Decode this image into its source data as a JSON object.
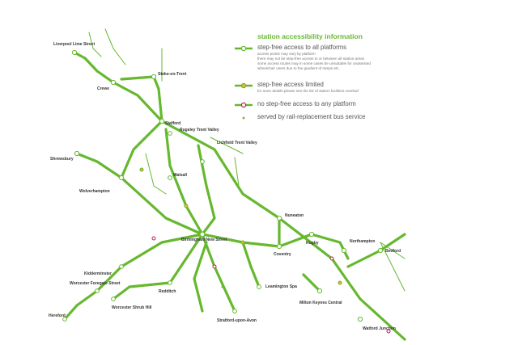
{
  "colors": {
    "line": "#66b82e",
    "limited": "#f2b134",
    "none": "#c2185b",
    "text": "#333333"
  },
  "legend": {
    "title": "station accessibility information",
    "items": [
      {
        "label": "step-free access to all platforms",
        "notes": [
          "access points may vary by platform",
          "there may not be step-free access to or between all station areas",
          "some access routes may in some cases be unsuitable for unassisted",
          "wheelchair users due to the gradient of ramps etc."
        ]
      },
      {
        "label": "step-free access limited",
        "notes": [
          "for more details please see the list of station facilities overleaf"
        ]
      },
      {
        "label": "no step-free access to any platform",
        "notes": []
      },
      {
        "label": "served by rail-replacement bus service",
        "notes": []
      }
    ]
  },
  "stations": {
    "liverpool": "Liverpool Lime Street",
    "crewe": "Crewe",
    "stoke": "Stoke-on-Trent",
    "stafford": "Stafford",
    "rugeley": "Rugeley Trent Valley",
    "lichfield": "Lichfield Trent Valley",
    "shrewsbury": "Shrewsbury",
    "wolverhampton": "Wolverhampton",
    "walsall": "Walsall",
    "birmingham": "Birmingham New Street",
    "nuneaton": "Nuneaton",
    "coventry": "Coventry",
    "rugby": "Rugby",
    "northampton": "Northampton",
    "bedford": "Bedford",
    "kidderminster": "Kidderminster",
    "worcester_fs": "Worcester Foregate Street",
    "worcester_sh": "Worcester Shrub Hill",
    "hereford": "Hereford",
    "redditch": "Redditch",
    "leamington": "Leamington Spa",
    "stratford": "Stratford-upon-Avon",
    "mk": "Milton Keynes Central",
    "watford": "Watford Junction"
  }
}
